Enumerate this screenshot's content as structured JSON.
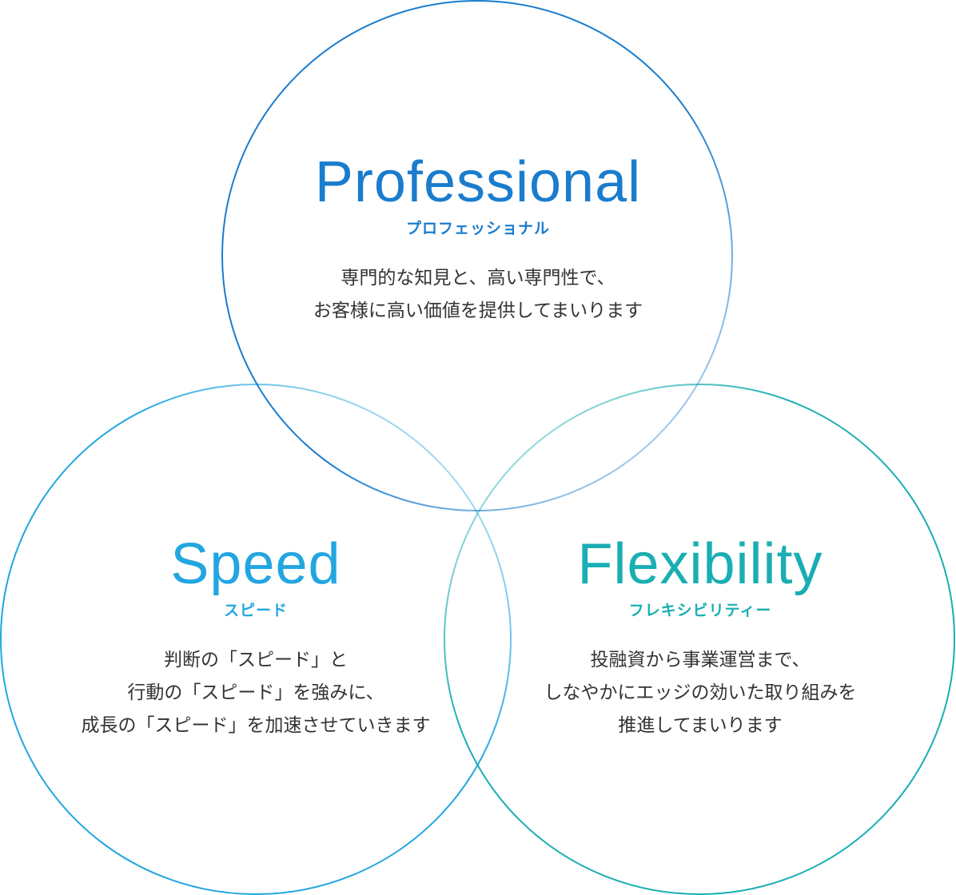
{
  "colors": {
    "professional": "#1a7ccd",
    "speed": "#22a6e0",
    "flexibility": "#19aeb3",
    "text": "#333333"
  },
  "circles": [
    {
      "id": "professional",
      "title": "Professional",
      "subtitle": "プロフェッショナル",
      "description": [
        "専門的な知見と、高い専門性で、",
        "お客様に高い価値を提供してまいります"
      ]
    },
    {
      "id": "speed",
      "title": "Speed",
      "subtitle": "スピード",
      "description": [
        "判断の「スピード」と",
        "行動の「スピード」を強みに、",
        "成長の「スピード」を加速させていきます"
      ]
    },
    {
      "id": "flexibility",
      "title": "Flexibility",
      "subtitle": "フレキシビリティー",
      "description": [
        "投融資から事業運営まで、",
        "しなやかにエッジの効いた取り組みを",
        "推進してまいります"
      ]
    }
  ]
}
